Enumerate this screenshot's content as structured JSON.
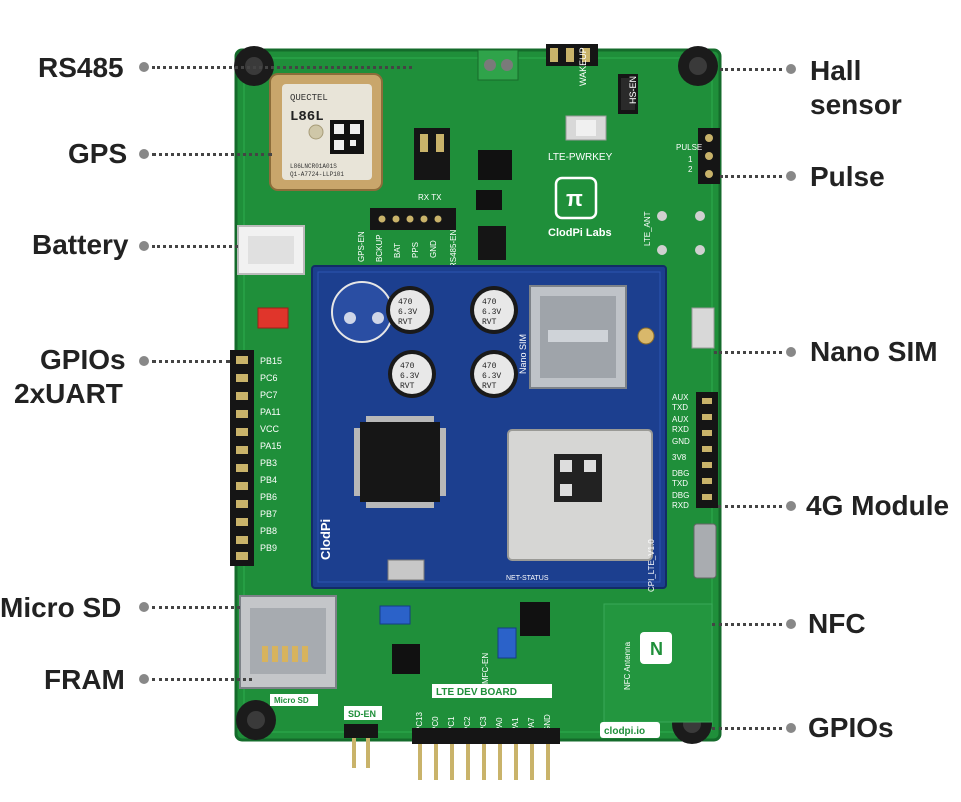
{
  "labels": {
    "rs485": "RS485",
    "gps": "GPS",
    "battery": "Battery",
    "gpios_line1": "GPIOs",
    "gpios_line2": "2xUART",
    "micro_sd": "Micro SD",
    "fram": "FRAM",
    "hall_line1": "Hall",
    "hall_line2": "sensor",
    "pulse": "Pulse",
    "nano_sim": "Nano SIM",
    "module_4g": "4G Module",
    "nfc": "NFC",
    "gpios_bottom": "GPIOs"
  },
  "board": {
    "brand": "ClodPi Labs",
    "brand_short": "ClodPi",
    "dev_board_label": "LTE DEV BOARD",
    "website": "clodpi.io",
    "gps_module_brand": "QUECTEL",
    "gps_module_model": "L86L",
    "gps_module_code1": "L86LNCR01A01S",
    "gps_module_code2": "Q1-A7724-LLP101",
    "lte_pwrkey": "LTE-PWRKEY",
    "wakeup": "WAKEUP",
    "hs_en": "HS-EN",
    "gps_en": "GPS-EN",
    "bckup": "BCKUP",
    "bat": "BAT",
    "pps": "PPS",
    "gnd": "GND",
    "rs485_en": "RS485-EN",
    "rs485_rxtx": "RX TX",
    "sd_en": "SD-EN",
    "mfc_en": "MFC-EN",
    "nano_sim_label": "Nano SIM",
    "nfc_antenna": "NFC Antenna",
    "micro_sd_silk": "Micro SD",
    "lte_ant": "LTE_ANT",
    "cap_values": [
      "470",
      "6.3V",
      "RVT"
    ],
    "left_pins": [
      "PB15",
      "PC6",
      "PC7",
      "PA11",
      "VCC",
      "PA15",
      "PB3",
      "PB4",
      "PB6",
      "PB7",
      "PB8",
      "PB9"
    ],
    "bottom_pins": [
      "PC13",
      "PC0",
      "PC1",
      "PC2",
      "PC3",
      "PA0",
      "PA1",
      "PA7",
      "GND"
    ],
    "right_pins": [
      "AUX",
      "TXD",
      "AUX",
      "RXD",
      "GND",
      "3V8",
      "DBG",
      "TXD",
      "DBG",
      "RXD"
    ],
    "pulse_pins": [
      "PULSE",
      "1",
      "2"
    ],
    "shield_version": "CPI_LTE_V1.0",
    "net_status": "NET-STATUS"
  },
  "colors": {
    "pcb_green": "#1f8f3a",
    "shield_blue": "#1c3f8f",
    "label_text": "#222222",
    "leader": "#444444"
  }
}
